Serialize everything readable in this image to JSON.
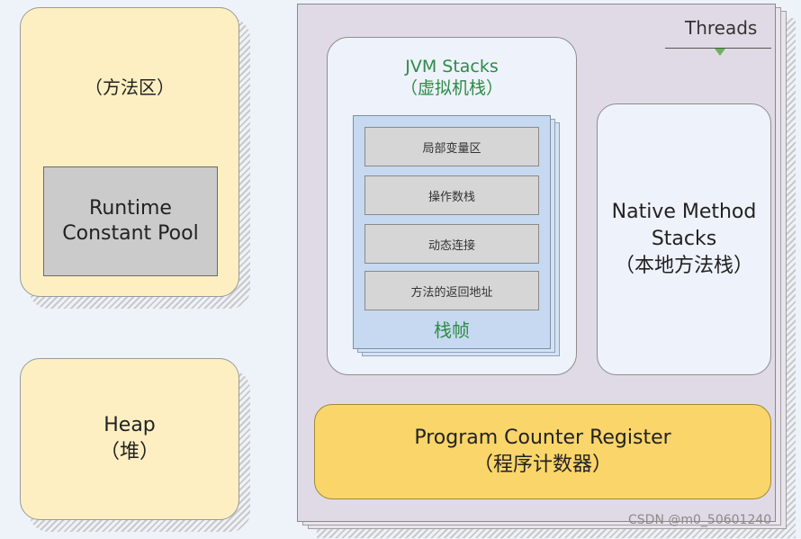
{
  "method_area": {
    "label": "（方法区）"
  },
  "runtime_pool": {
    "line1": "Runtime",
    "line2": "Constant Pool"
  },
  "heap": {
    "line1": "Heap",
    "line2": "（堆）"
  },
  "threads": {
    "label": "Threads"
  },
  "jvm_stacks": {
    "line1": "JVM Stacks",
    "line2": "（虚拟机栈）"
  },
  "stack_frame": {
    "slots": [
      "局部变量区",
      "操作数栈",
      "动态连接",
      "方法的返回地址"
    ],
    "label": "栈帧"
  },
  "native_stacks": {
    "line1": "Native Method",
    "line2": "Stacks",
    "line3": "（本地方法栈）"
  },
  "pc_register": {
    "line1": "Program Counter Register",
    "line2": "（程序计数器）"
  },
  "watermark": "CSDN @m0_50601240",
  "colors": {
    "method_area_fill": "#fdefc2",
    "threads_fill": "#e0dae6",
    "frame_fill": "#c6d9f1",
    "pc_fill": "#fad56a",
    "accent_green": "#2e8b47"
  }
}
